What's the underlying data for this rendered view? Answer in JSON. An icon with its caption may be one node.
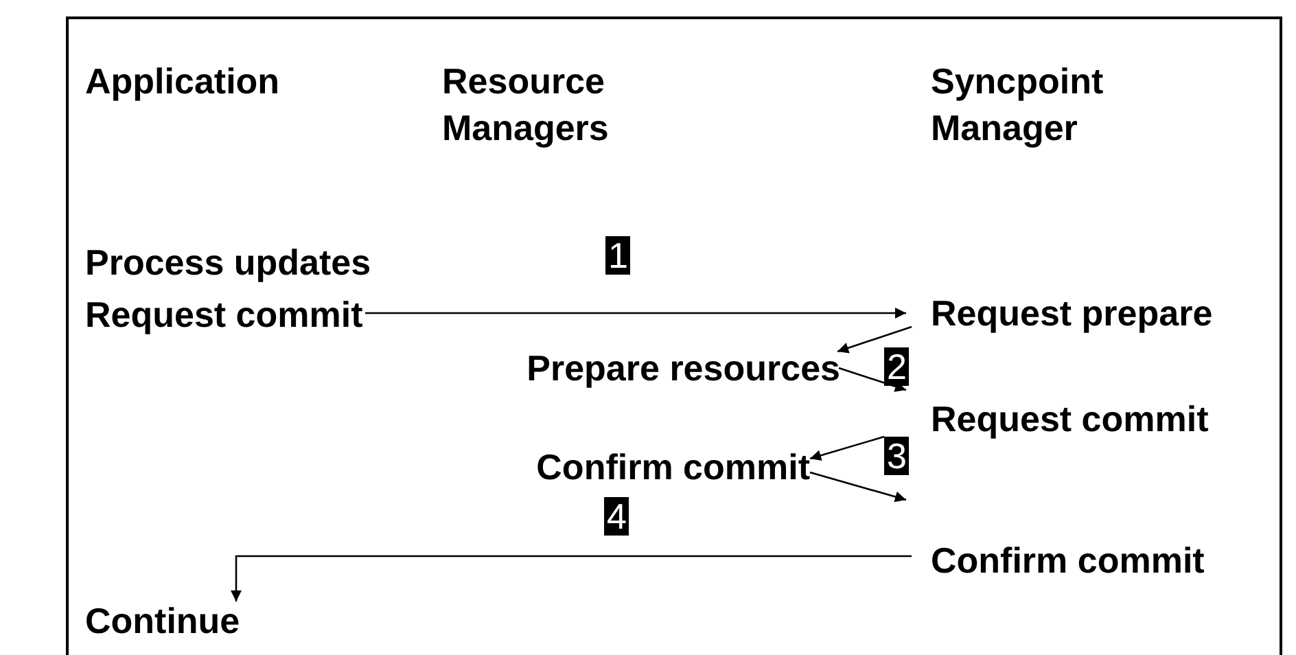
{
  "diagram": {
    "nodes": [
      {
        "text": [
          "Process updates",
          "Request commit"
        ]
      },
      {
        "text": [
          "Request prepare"
        ]
      },
      {
        "text": [
          "Prepare resources"
        ]
      },
      {
        "text": [
          "Request commit"
        ]
      },
      {
        "text": [
          "Confirm commit"
        ]
      },
      {
        "text": [
          "Confirm commit"
        ]
      },
      {
        "text": [
          "Continue"
        ]
      }
    ],
    "edges": [
      {
        "from": 0,
        "to": 1,
        "arrow": "to"
      },
      {
        "from": 1,
        "to": 2,
        "arrow": "to"
      },
      {
        "from": 2,
        "to": 3,
        "arrow": "to"
      },
      {
        "from": 3,
        "to": 4,
        "arrow": "to"
      },
      {
        "from": 4,
        "to": 5,
        "arrow": "to"
      },
      {
        "from": 5,
        "to": 6,
        "arrow": "to"
      }
    ],
    "labels": [
      "Application",
      "Resource Managers",
      "Syncpoint Manager",
      "1",
      "2",
      "3",
      "4"
    ]
  }
}
